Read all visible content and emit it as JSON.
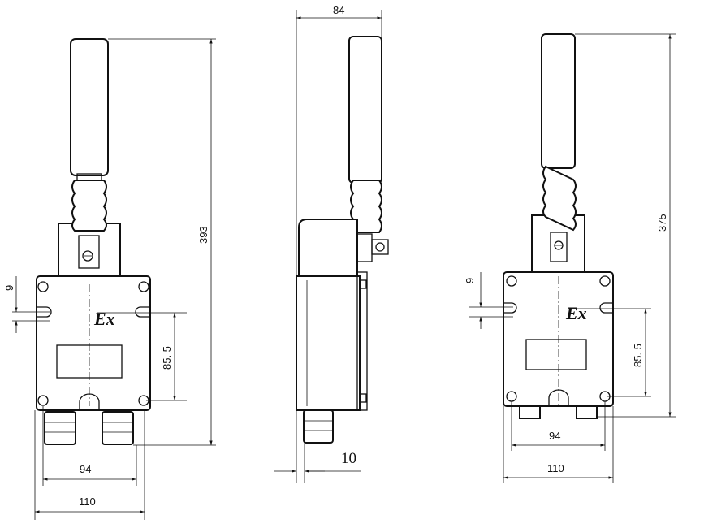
{
  "drawing": {
    "front_view_left": {
      "overall_height": "393",
      "slot_offset": "9",
      "hole_spacing_vertical": "85. 5",
      "hole_spacing_horizontal": "94",
      "overall_width": "110",
      "marking": "Ex"
    },
    "side_view": {
      "depth": "84",
      "gland_offset": "10"
    },
    "front_view_right": {
      "overall_height": "375",
      "slot_offset": "9",
      "hole_spacing_vertical": "85. 5",
      "hole_spacing_horizontal": "94",
      "overall_width": "110",
      "marking": "Ex"
    }
  }
}
